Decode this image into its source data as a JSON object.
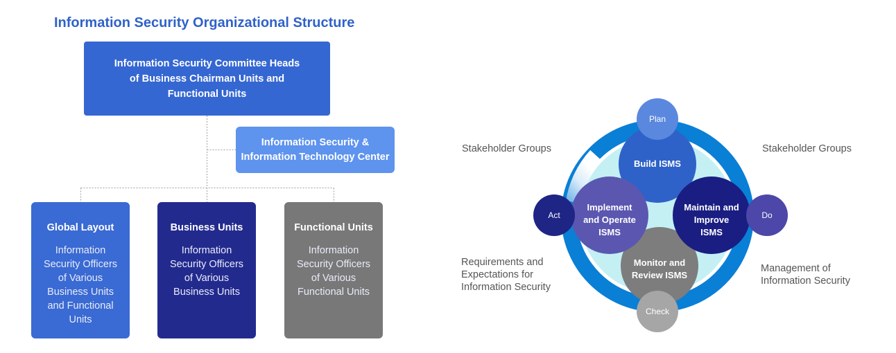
{
  "org": {
    "title": "Information Security Organizational Structure",
    "committee": "Information Security Committee Heads of Business Chairman Units and Functional Units",
    "center": "Information Security & Information Technology Center",
    "units": [
      {
        "heading": "Global Layout",
        "desc": "Information Security Officers of Various Business Units and Functional Units",
        "color": "#3a6ad3"
      },
      {
        "heading": "Business Units",
        "desc": "Information Security Officers of Various Business Units",
        "color": "#232a8e"
      },
      {
        "heading": "Functional Units",
        "desc": "Information Security Officers of Various Functional Units",
        "color": "#787878"
      }
    ]
  },
  "cycle": {
    "stakeholder_left": "Stakeholder Groups",
    "stakeholder_right": "Stakeholder Groups",
    "requirements": "Requirements and Expectations for Information Security",
    "management": "Management of Information Security",
    "pdca": {
      "plan": "Plan",
      "do": "Do",
      "check": "Check",
      "act": "Act"
    },
    "isms": {
      "build": "Build ISMS",
      "implement": "Implement and Operate ISMS",
      "maintain": "Maintain and Improve ISMS",
      "monitor": "Monitor and Review ISMS"
    },
    "colors": {
      "ring": "#0a7fd6",
      "inner": "#c4f0f4",
      "build": "#2f62c8",
      "implement": "#5b57b0",
      "maintain": "#1a1e82",
      "monitor": "#7d7d7d",
      "plan": "#5b88df",
      "do": "#4c47a8",
      "act": "#1e2584",
      "check": "#a6a6a6"
    }
  }
}
